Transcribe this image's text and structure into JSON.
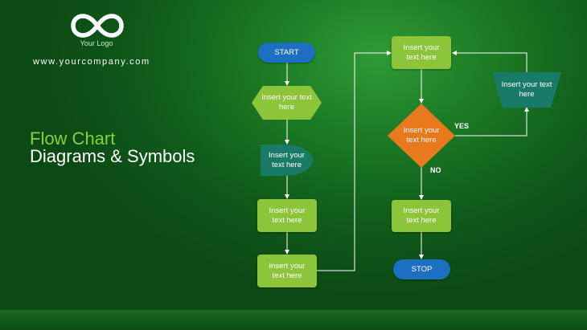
{
  "brand": {
    "logo_text": "Your Logo",
    "website": "www.yourcompany.com"
  },
  "title": {
    "line1": "Flow Chart",
    "line2": "Diagrams & Symbols"
  },
  "flowchart": {
    "start": "START",
    "stop": "STOP",
    "node_text": "Insert your text here",
    "yes_label": "YES",
    "no_label": "NO"
  },
  "colors": {
    "rect": "#8cc43a",
    "terminal": "#1d6fc1",
    "decision": "#e8791c",
    "teal": "#1a7a68"
  }
}
